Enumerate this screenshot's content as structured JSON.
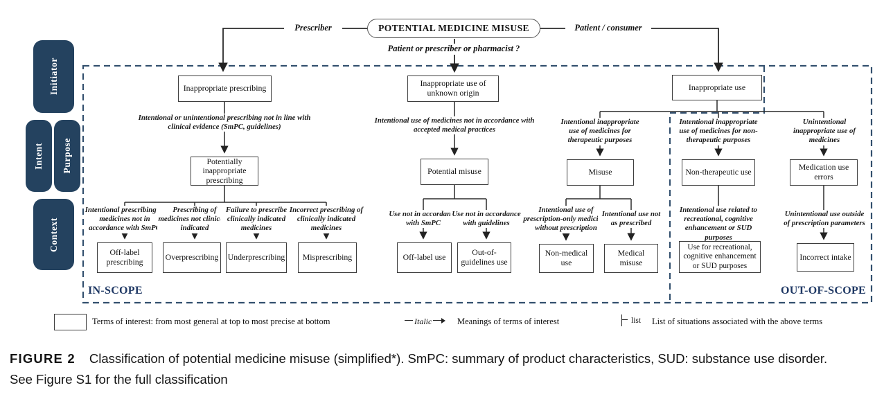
{
  "figure": {
    "oval_title": "POTENTIAL MEDICINE MISUSE",
    "left_branch_label": "Prescriber",
    "right_branch_label": "Patient / consumer",
    "question": "Patient or prescriber or pharmacist ?",
    "in_scope_label": "IN-SCOPE",
    "out_of_scope_label": "OUT-OF-SCOPE"
  },
  "sidebar": {
    "initiator": "Initiator",
    "intent": "Intent",
    "purpose": "Purpose",
    "context": "Context"
  },
  "prescriber_branch": {
    "level1": "Inappropriate prescribing",
    "definition": "Intentional or unintentional prescribing not in line with clinical evidence (SmPC, guidelines)",
    "level2": "Potentially inappropriate prescribing",
    "children": [
      {
        "definition": "Intentional prescribing of medicines not in accordance with SmPC",
        "term": "Off-label prescribing"
      },
      {
        "definition": "Prescribing of medicines not clinically indicated",
        "term": "Overprescribing"
      },
      {
        "definition": "Failure to prescribe clinically indicated medicines",
        "term": "Underprescribing"
      },
      {
        "definition": "Incorrect prescribing of clinically indicated medicines",
        "term": "Misprescribing"
      }
    ]
  },
  "unknown_branch": {
    "level1": "Inappropriate use of unknown origin",
    "definition": "Intentional use of medicines not in accordance with accepted medical practices",
    "level2": "Potential misuse",
    "children": [
      {
        "definition": "Use not in accordance with SmPC",
        "term": "Off-label use"
      },
      {
        "definition": "Use not in accordance with guidelines",
        "term": "Out-of-guidelines use"
      }
    ]
  },
  "patient_branch": {
    "level1": "Inappropriate use",
    "misuse": {
      "definition": "Intentional inappropriate use of medicines for therapeutic purposes",
      "level2": "Misuse",
      "children": [
        {
          "definition": "Intentional use of prescription-only medicines without prescription",
          "term": "Non-medical use"
        },
        {
          "definition": "Intentional use not as prescribed",
          "term": "Medical misuse"
        }
      ]
    },
    "non_therapeutic": {
      "definition": "Intentional inappropriate use of medicines for non-therapeutic purposes",
      "level2": "Non-therapeutic use",
      "children": [
        {
          "definition": "Intentional use related to recreational, cognitive enhancement or SUD purposes",
          "term": "Use for recreational, cognitive enhancement or SUD purposes"
        }
      ]
    },
    "errors": {
      "definition": "Unintentional inappropriate use of medicines",
      "level2": "Medication use errors",
      "children": [
        {
          "definition": "Unintentional use outside of prescription parameters",
          "term": "Incorrect intake"
        }
      ]
    }
  },
  "legend": {
    "terms_label": "Terms of interest: from most general at top to most precise at bottom",
    "italic_word": "Italic",
    "italic_label": "Meanings of terms of interest",
    "list_word": "list",
    "list_label": "List of situations associated with the above terms"
  },
  "caption": {
    "tag": "FIGURE 2",
    "line1": "Classification of potential medicine misuse (simplified*). SmPC: summary of product characteristics, SUD: substance use disorder.",
    "line2": "See Figure S1 for the full classification"
  },
  "colors": {
    "navy": "#1f3864",
    "pill_fill": "#24425f",
    "dashed_border": "#33506e",
    "connector": "#2b2b2b"
  }
}
